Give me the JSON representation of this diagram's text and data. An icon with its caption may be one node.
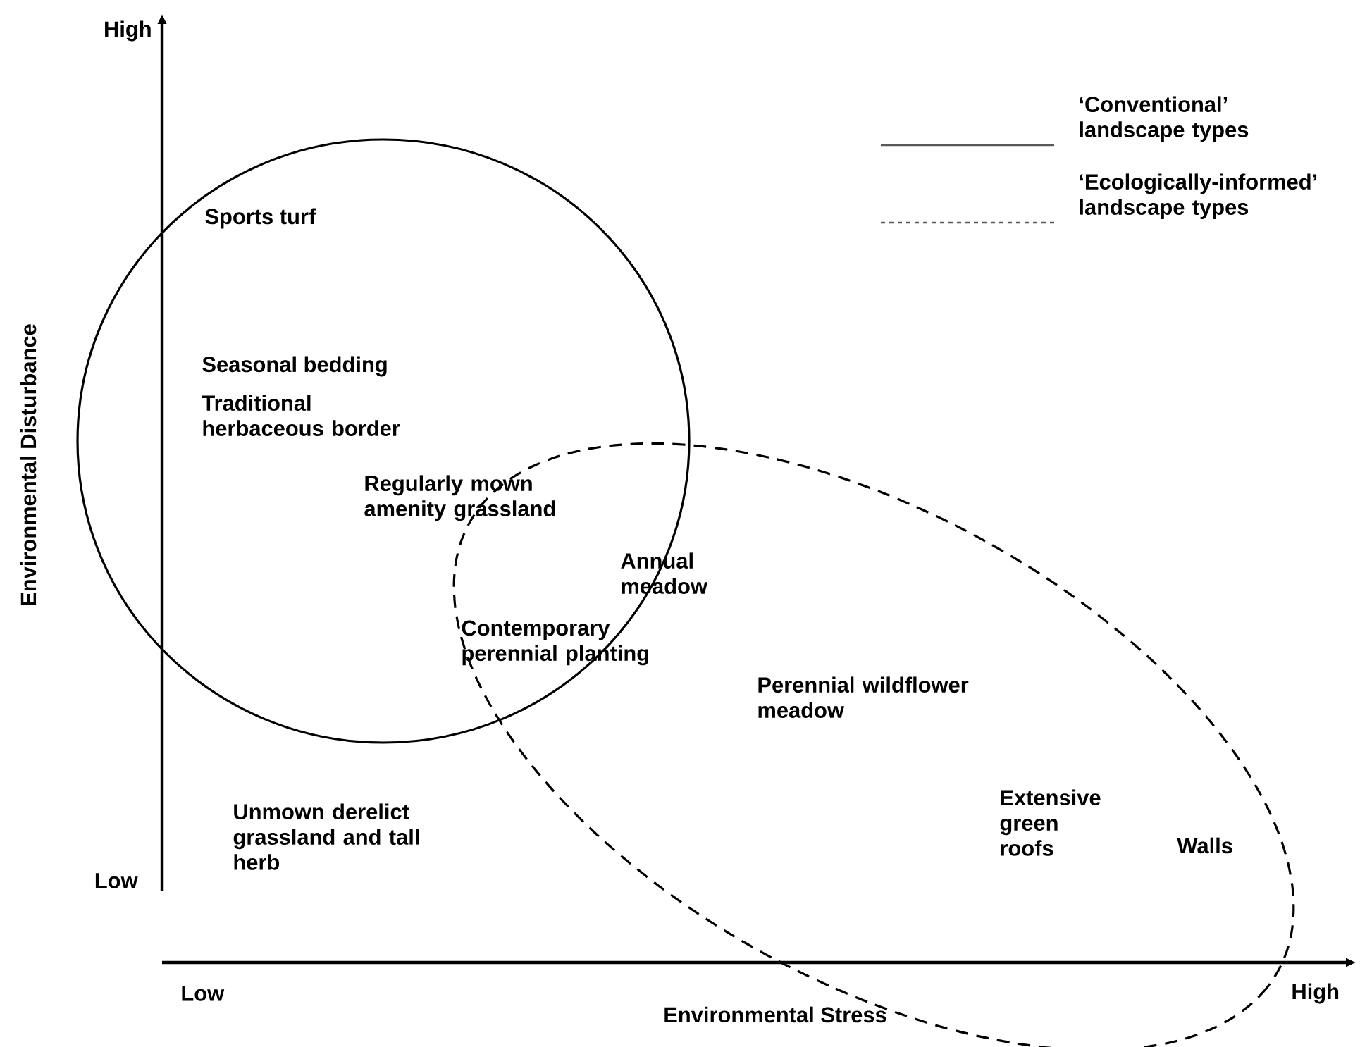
{
  "diagram": {
    "labels": [
      "High",
      "Environmental Disturbance",
      "Sports turf",
      "Seasonal bedding",
      "Traditional herbaceous border",
      "Regularly mown amenity grassland",
      "Annual meadow",
      "Contemporary perennial planting",
      "Perennial wildflower meadow",
      "Unmown derelict grassland and tall herb",
      "Extensive green roofs",
      "Walls",
      "Low",
      "Low",
      "Environmental Stress",
      "High"
    ],
    "legend": [
      {
        "text": "‘Conventional’ landscape types"
      },
      {
        "text": "‘Ecologically-informed’ landscape types"
      }
    ]
  }
}
